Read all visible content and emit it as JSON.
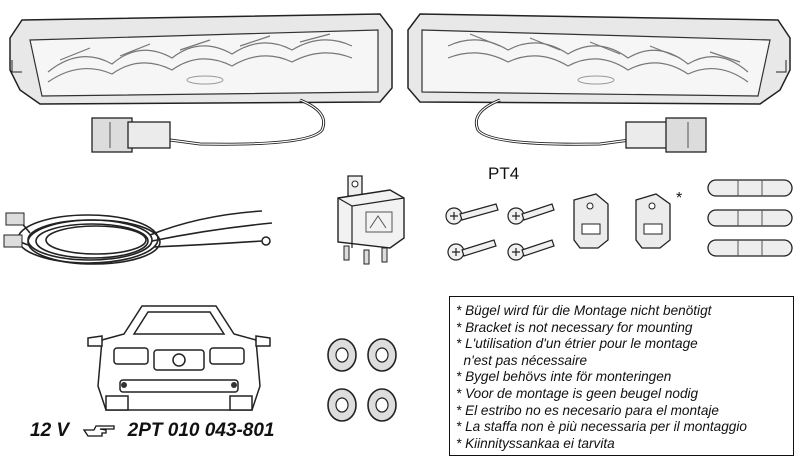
{
  "labels": {
    "kit_code": "PT4",
    "asterisk": "*",
    "voltage": "12 V",
    "part_number": "2PT 010 043-801"
  },
  "icons": {
    "reference": "pointing-hand-icon",
    "lamps": "led-daytime-running-light",
    "harness": "wire-harness-coil",
    "relay": "relay-module",
    "screws": "screw-icon",
    "brackets": "mounting-bracket",
    "fuses": "connector-sleeve",
    "washers": "rubber-washer",
    "vehicle": "car-front-view"
  },
  "notes": [
    "* Bügel wird für die Montage nicht benötigt",
    "* Bracket is not necessary for mounting",
    "* L'utilisation d'un étrier pour le montage",
    "  n'est pas nécessaire",
    "* Bygel behövs inte för monteringen",
    "* Voor de montage is geen beugel nodig",
    "* El estribo no es necesario para el montaje",
    "* La staffa non è più necessaria per il montaggio",
    "* Kiinnityssankaa ei tarvita"
  ]
}
